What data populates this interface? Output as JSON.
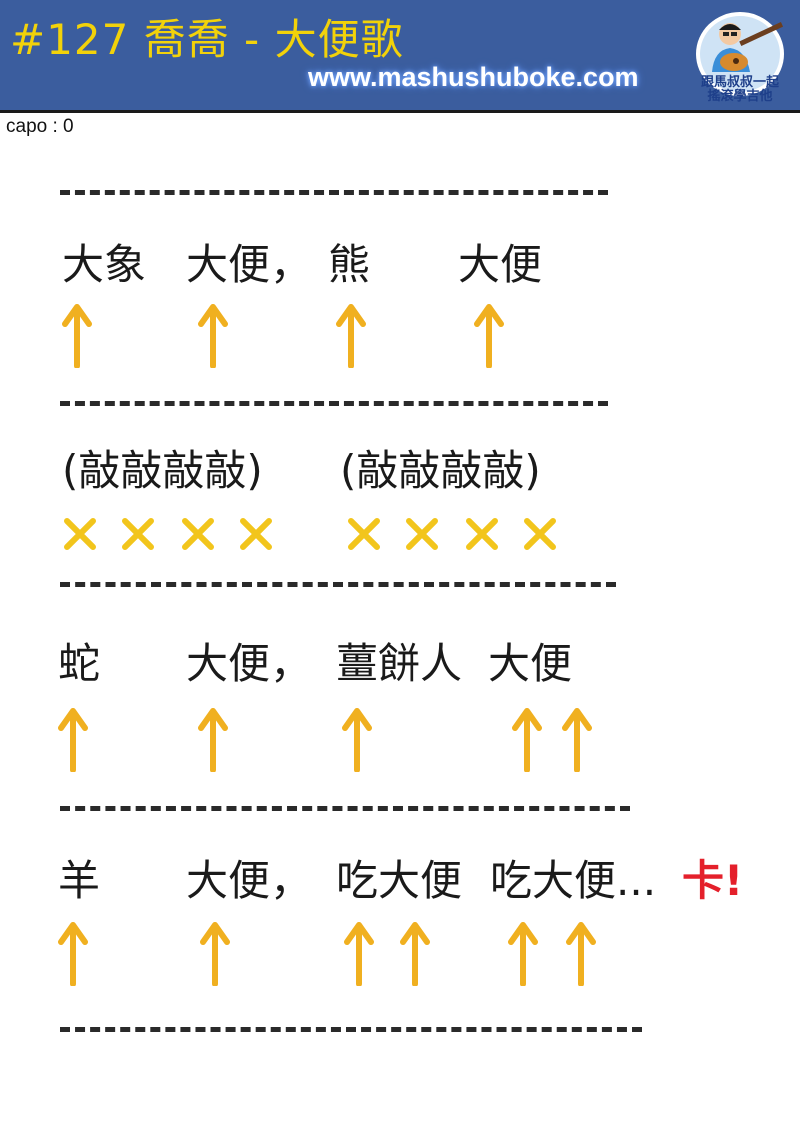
{
  "header": {
    "title": "#127 喬喬 - 大便歌",
    "url": "www.mashushuboke.com",
    "logo_slogan_line1": "跟馬叔叔一起",
    "logo_slogan_line2": "搖滾學吉他"
  },
  "capo": "capo : 0",
  "colors": {
    "header_bg": "#3b5d9e",
    "title": "#f2d20a",
    "arrow": "#f0b020",
    "cross": "#f2c51c",
    "stop": "#e4202b"
  },
  "lines": [
    {
      "segments": [
        {
          "text": "大象",
          "stroke": "up"
        },
        {
          "text": "大便，",
          "stroke": "up"
        },
        {
          "text": "熊",
          "stroke": "up"
        },
        {
          "text": "大便",
          "stroke": "up"
        }
      ]
    },
    {
      "segments": [
        {
          "text": "(敲敲敲敲)",
          "strokes": [
            "mute",
            "mute",
            "mute",
            "mute"
          ]
        },
        {
          "text": "(敲敲敲敲)",
          "strokes": [
            "mute",
            "mute",
            "mute",
            "mute"
          ]
        }
      ]
    },
    {
      "segments": [
        {
          "text": "蛇",
          "stroke": "up"
        },
        {
          "text": "大便，",
          "stroke": "up"
        },
        {
          "text": "薑餅人",
          "stroke": "up"
        },
        {
          "text": "大便",
          "strokes": [
            "up",
            "up"
          ]
        }
      ]
    },
    {
      "segments": [
        {
          "text": "羊",
          "stroke": "up"
        },
        {
          "text": "大便，",
          "stroke": "up"
        },
        {
          "text": "吃大便",
          "strokes": [
            "up",
            "up"
          ]
        },
        {
          "text": "吃大便...",
          "strokes": [
            "up",
            "up"
          ]
        },
        {
          "text": "卡!",
          "stroke": "stop"
        }
      ]
    }
  ]
}
